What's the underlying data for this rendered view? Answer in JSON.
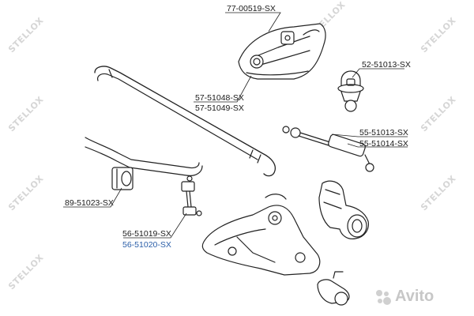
{
  "watermark": {
    "text": "STELLOX"
  },
  "brand": {
    "text": "Avito"
  },
  "labels": [
    {
      "id": "77-00519",
      "text": "77-00519-SX",
      "color": "#1a1a1a"
    },
    {
      "id": "52-51013",
      "text": "52-51013-SX",
      "color": "#1a1a1a"
    },
    {
      "id": "57-51048",
      "text": "57-51048-SX",
      "color": "#1a1a1a"
    },
    {
      "id": "57-51049",
      "text": "57-51049-SX",
      "color": "#1a1a1a"
    },
    {
      "id": "55-51013",
      "text": "55-51013-SX",
      "color": "#1a1a1a"
    },
    {
      "id": "55-51014",
      "text": "55-51014-SX",
      "color": "#1a1a1a"
    },
    {
      "id": "89-51023",
      "text": "89-51023-SX",
      "color": "#1a1a1a"
    },
    {
      "id": "56-51019",
      "text": "56-51019-SX",
      "color": "#1a1a1a"
    },
    {
      "id": "56-51020",
      "text": "56-51020-SX",
      "color": "#2a5ea8"
    }
  ],
  "colors": {
    "line": "#222222",
    "watermark": "#d6d6d6",
    "highlight": "#2a5ea8"
  }
}
